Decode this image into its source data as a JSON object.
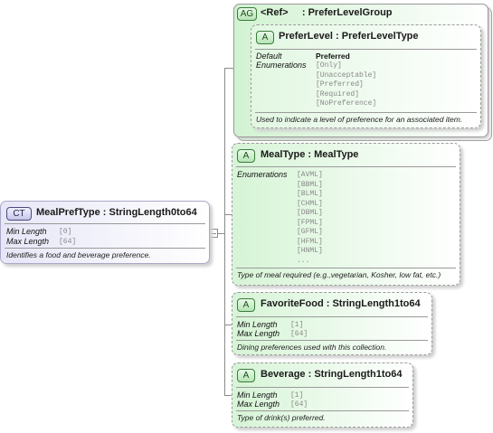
{
  "root": {
    "badge": "CT",
    "name": "MealPrefType",
    "separator": ":",
    "type": "StringLength0to64",
    "facets": [
      {
        "label": "Min Length",
        "value": "[0]"
      },
      {
        "label": "Max Length",
        "value": "[64]"
      }
    ],
    "documentation": "Identifies a food and beverage preference."
  },
  "group": {
    "badge": "AG",
    "ref": "<Ref>",
    "separator": ":",
    "name": "PreferLevelGroup",
    "attribute": {
      "badge": "A",
      "name": "PreferLevel",
      "separator": ":",
      "type": "PreferLevelType",
      "default_label": "Default",
      "default_value": "Preferred",
      "enum_label": "Enumerations",
      "enums": [
        "[Only]",
        "[Unacceptable]",
        "[Preferred]",
        "[Required]",
        "[NoPreference]"
      ],
      "documentation": "Used to indicate a level of preference for an associated item."
    }
  },
  "meal_type": {
    "badge": "A",
    "name": "MealType",
    "separator": ":",
    "type": "MealType",
    "enum_label": "Enumerations",
    "enums": [
      "[AVML]",
      "[BBML]",
      "[BLML]",
      "[CHML]",
      "[DBML]",
      "[FPML]",
      "[GFML]",
      "[HFML]",
      "[HNML]",
      "..."
    ],
    "documentation": "Type of meal required (e.g.,vegetarian, Kosher, low fat, etc.)"
  },
  "favorite_food": {
    "badge": "A",
    "name": "FavoriteFood",
    "separator": ":",
    "type": "StringLength1to64",
    "facets": [
      {
        "label": "Min Length",
        "value": "[1]"
      },
      {
        "label": "Max Length",
        "value": "[64]"
      }
    ],
    "documentation": "Dining preferences used with this collection."
  },
  "beverage": {
    "badge": "A",
    "name": "Beverage",
    "separator": ":",
    "type": "StringLength1to64",
    "facets": [
      {
        "label": "Min Length",
        "value": "[1]"
      },
      {
        "label": "Max Length",
        "value": "[64]"
      }
    ],
    "documentation": "Type of drink(s) preferred."
  },
  "colors": {
    "complex_type_fill": "#e6e6f7",
    "attribute_fill": "#d6f4d6",
    "connector": "#8a8a8a"
  }
}
